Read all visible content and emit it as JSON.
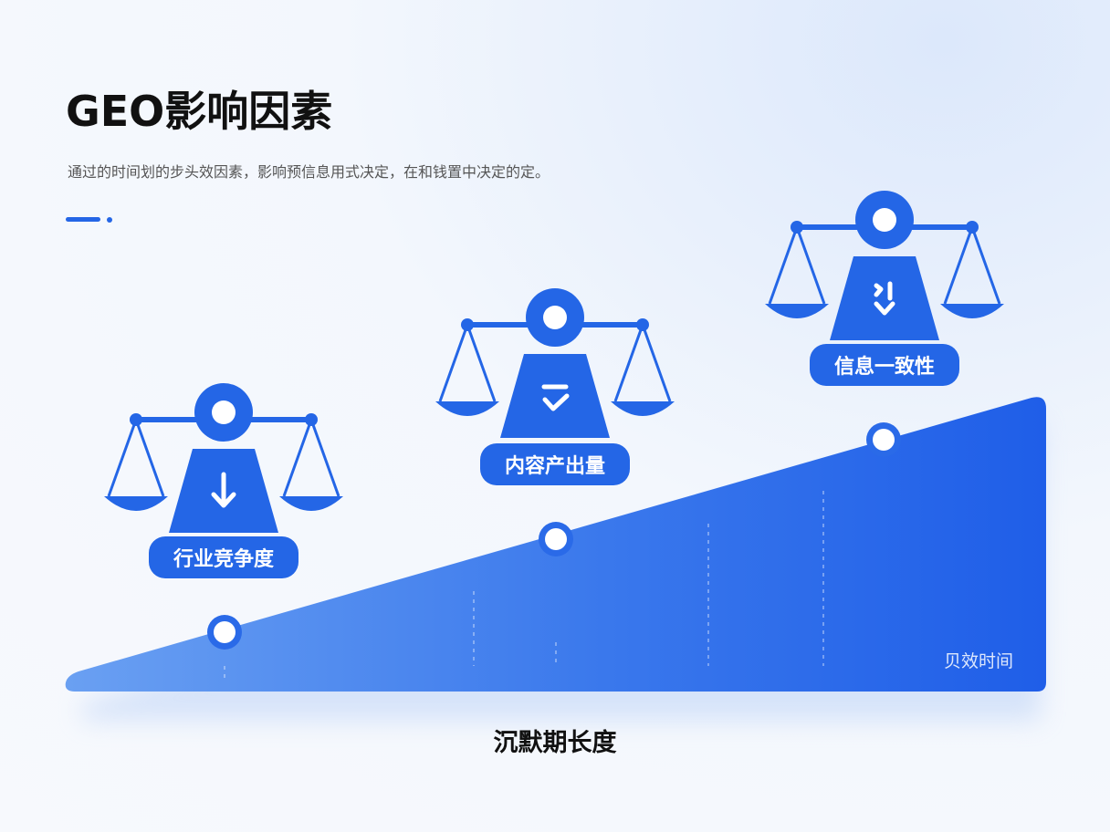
{
  "header": {
    "title": "GEO影响因素",
    "subtitle": "通过的时间划的步头效因素，影响预信息用式决定，在和钱置中决定的定。"
  },
  "factors": [
    {
      "label": "行业竞争度",
      "icon": "arrow-down-icon"
    },
    {
      "label": "内容产出量",
      "icon": "check-icon"
    },
    {
      "label": "信息一致性",
      "icon": "sort-down-icon"
    }
  ],
  "chart": {
    "axis_label": "贝效时间",
    "bottom_label": "沉默期长度"
  },
  "colors": {
    "primary": "#2466e6",
    "ramp_start": "#5c95f0",
    "ramp_end": "#1f5ee8",
    "text": "#111111"
  }
}
